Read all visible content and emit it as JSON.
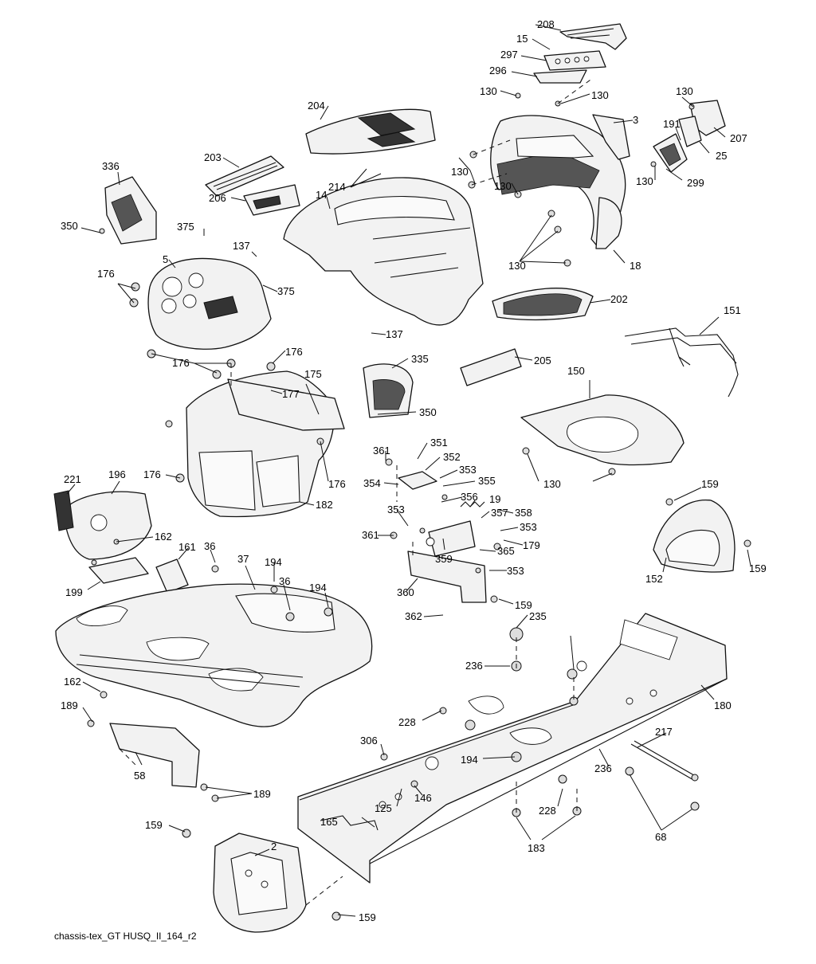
{
  "caption": "chassis-tex_GT HUSQ_II_164_r2",
  "callouts": {
    "c208": "208",
    "c15": "15",
    "c297": "297",
    "c296": "296",
    "c130a": "130",
    "c130b": "130",
    "c130c": "130",
    "c130d": "130",
    "c130e": "130",
    "c130f": "130",
    "c130g": "130",
    "c130h": "130",
    "c3": "3",
    "c191": "191",
    "c207": "207",
    "c25": "25",
    "c299": "299",
    "c204": "204",
    "c203": "203",
    "c214": "214",
    "c14": "14",
    "c206": "206",
    "c336": "336",
    "c350a": "350",
    "c350b": "350",
    "c375a": "375",
    "c375b": "375",
    "c137a": "137",
    "c137b": "137",
    "c5": "5",
    "c18": "18",
    "c202": "202",
    "c151": "151",
    "c176a": "176",
    "c176b": "176",
    "c176c": "176",
    "c176d": "176",
    "c176e": "176",
    "c175": "175",
    "c177": "177",
    "c335": "335",
    "c205": "205",
    "c150": "150",
    "c221": "221",
    "c196": "196",
    "c162a": "162",
    "c162b": "162",
    "c182": "182",
    "c361a": "361",
    "c361b": "361",
    "c351": "351",
    "c352": "352",
    "c353a": "353",
    "c353b": "353",
    "c353c": "353",
    "c353d": "353",
    "c354": "354",
    "c355": "355",
    "c356": "356",
    "c19": "19",
    "c357": "357",
    "c358": "358",
    "c179": "179",
    "c365": "365",
    "c359": "359",
    "c360": "360",
    "c362": "362",
    "c159a": "159",
    "c159b": "159",
    "c159c": "159",
    "c159d": "159",
    "c159e": "159",
    "c152": "152",
    "c161": "161",
    "c36a": "36",
    "c36b": "36",
    "c37": "37",
    "c194a": "194",
    "c194b": "194",
    "c194c": "194",
    "c199": "199",
    "c235": "235",
    "c236a": "236",
    "c236b": "236",
    "c189a": "189",
    "c189b": "189",
    "c58": "58",
    "c228a": "228",
    "c228b": "228",
    "c306": "306",
    "c146": "146",
    "c125": "125",
    "c165": "165",
    "c183": "183",
    "c217": "217",
    "c68": "68",
    "c180": "180",
    "c2": "2"
  }
}
